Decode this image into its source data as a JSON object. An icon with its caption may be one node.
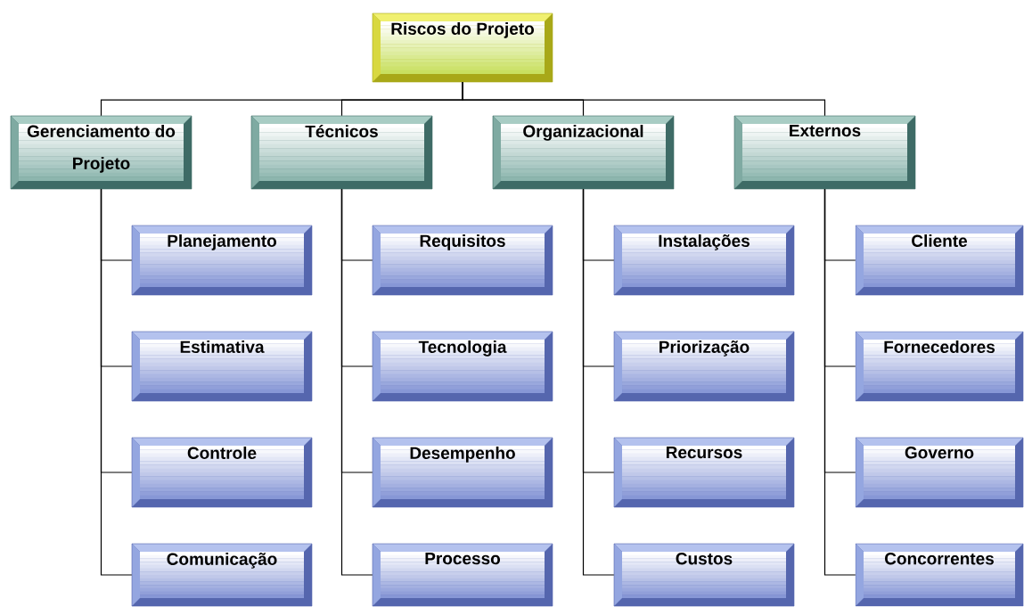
{
  "diagram": {
    "nodes": [
      {
        "text": [
          "Riscos do Projeto"
        ]
      },
      {
        "text": [
          "Gerenciamento do Projeto"
        ]
      },
      {
        "text": [
          "Técnicos"
        ]
      },
      {
        "text": [
          "Organizacional"
        ]
      },
      {
        "text": [
          "Externos"
        ]
      },
      {
        "text": [
          "Planejamento"
        ]
      },
      {
        "text": [
          "Estimativa"
        ]
      },
      {
        "text": [
          "Controle"
        ]
      },
      {
        "text": [
          "Comunicação"
        ]
      },
      {
        "text": [
          "Requisitos"
        ]
      },
      {
        "text": [
          "Tecnologia"
        ]
      },
      {
        "text": [
          "Desempenho"
        ]
      },
      {
        "text": [
          "Processo"
        ]
      },
      {
        "text": [
          "Instalações"
        ]
      },
      {
        "text": [
          "Priorização"
        ]
      },
      {
        "text": [
          "Recursos"
        ]
      },
      {
        "text": [
          "Custos"
        ]
      },
      {
        "text": [
          "Cliente"
        ]
      },
      {
        "text": [
          "Fornecedores"
        ]
      },
      {
        "text": [
          "Governo"
        ]
      },
      {
        "text": [
          "Concorrentes"
        ]
      }
    ],
    "edges": [
      {
        "from": 0,
        "to": 1,
        "arrow": "none"
      },
      {
        "from": 0,
        "to": 2,
        "arrow": "none"
      },
      {
        "from": 0,
        "to": 3,
        "arrow": "none"
      },
      {
        "from": 0,
        "to": 4,
        "arrow": "none"
      },
      {
        "from": 1,
        "to": 5,
        "arrow": "none"
      },
      {
        "from": 1,
        "to": 6,
        "arrow": "none"
      },
      {
        "from": 1,
        "to": 7,
        "arrow": "none"
      },
      {
        "from": 1,
        "to": 8,
        "arrow": "none"
      },
      {
        "from": 2,
        "to": 9,
        "arrow": "none"
      },
      {
        "from": 2,
        "to": 10,
        "arrow": "none"
      },
      {
        "from": 2,
        "to": 11,
        "arrow": "none"
      },
      {
        "from": 2,
        "to": 12,
        "arrow": "none"
      },
      {
        "from": 3,
        "to": 13,
        "arrow": "none"
      },
      {
        "from": 3,
        "to": 14,
        "arrow": "none"
      },
      {
        "from": 3,
        "to": 15,
        "arrow": "none"
      },
      {
        "from": 3,
        "to": 16,
        "arrow": "none"
      },
      {
        "from": 4,
        "to": 17,
        "arrow": "none"
      },
      {
        "from": 4,
        "to": 18,
        "arrow": "none"
      },
      {
        "from": 4,
        "to": 19,
        "arrow": "none"
      },
      {
        "from": 4,
        "to": 20,
        "arrow": "none"
      }
    ]
  }
}
